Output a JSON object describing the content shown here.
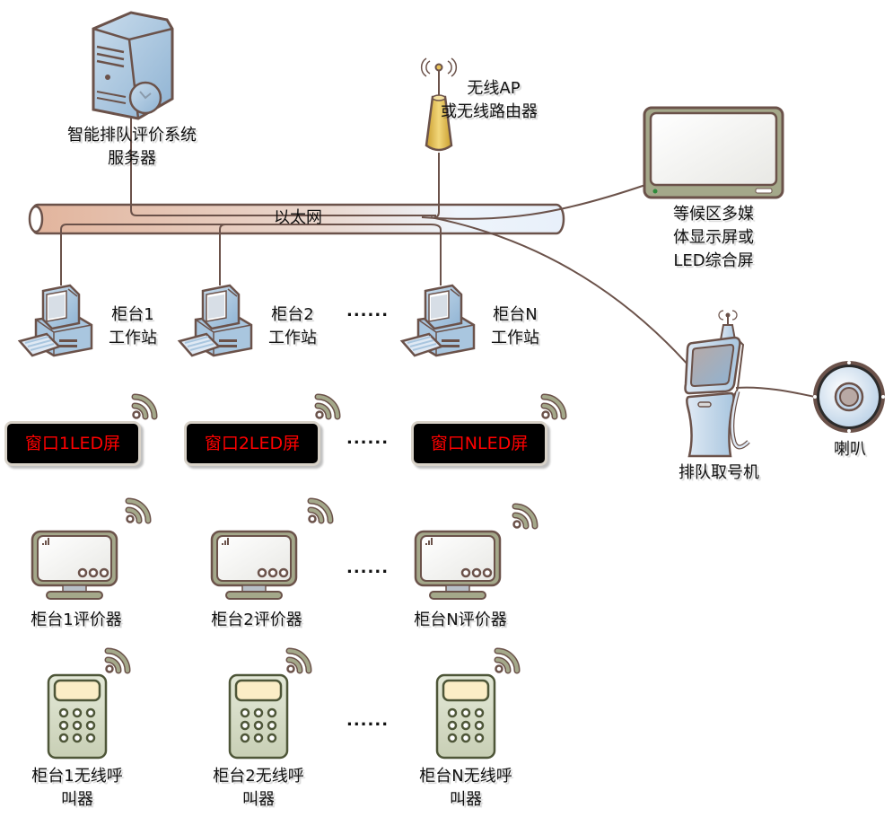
{
  "colors": {
    "line": "#6b524a",
    "pipe_start": "#e2b49c",
    "pipe_end": "#eef4fb",
    "device_blue": "#a9c6df",
    "device_green": "#a4a88a",
    "led_text": "#ff0000",
    "wifi": "#a4a88a"
  },
  "server": {
    "label_line1": "智能排队评价系统",
    "label_line2": "服务器"
  },
  "access_point": {
    "label_line1": "无线AP",
    "label_line2": "或无线路由器"
  },
  "network": {
    "label": "以太网"
  },
  "display": {
    "label_line1": "等候区多媒",
    "label_line2": "体显示屏或",
    "label_line3": "LED综合屏"
  },
  "workstations": [
    {
      "label_line1": "柜台1",
      "label_line2": "工作站"
    },
    {
      "label_line1": "柜台2",
      "label_line2": "工作站"
    },
    {
      "label_line1": "柜台N",
      "label_line2": "工作站"
    }
  ],
  "led_screens": [
    {
      "label": "窗口1LED屏"
    },
    {
      "label": "窗口2LED屏"
    },
    {
      "label": "窗口NLED屏"
    }
  ],
  "evaluators": [
    {
      "label": "柜台1评价器"
    },
    {
      "label": "柜台2评价器"
    },
    {
      "label": "柜台N评价器"
    }
  ],
  "pagers": [
    {
      "label_line1": "柜台1无线呼",
      "label_line2": "叫器"
    },
    {
      "label_line1": "柜台2无线呼",
      "label_line2": "叫器"
    },
    {
      "label_line1": "柜台N无线呼",
      "label_line2": "叫器"
    }
  ],
  "kiosk": {
    "label": "排队取号机"
  },
  "speaker": {
    "label": "喇叭"
  },
  "ellipsis": "......"
}
